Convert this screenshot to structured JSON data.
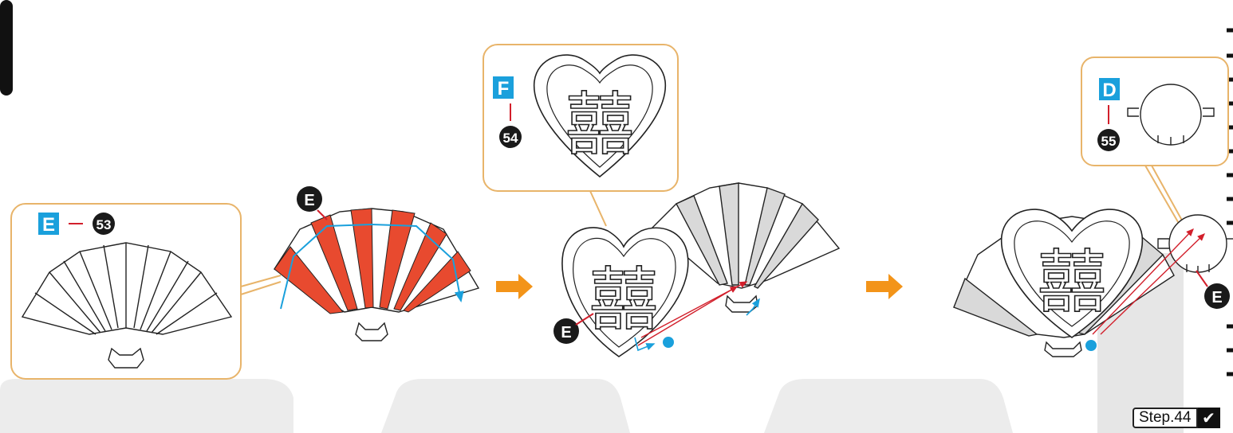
{
  "callouts": {
    "c1": {
      "letter": "E",
      "number": "53"
    },
    "c2": {
      "letter": "F",
      "number": "54"
    },
    "c3": {
      "letter": "D",
      "number": "55"
    }
  },
  "markers": {
    "fan_red": "E",
    "step2": "E",
    "step3": "E"
  },
  "heart_glyph": "囍",
  "step": {
    "label": "Step.44",
    "check": "✔"
  },
  "colors": {
    "red": "#e84a2f",
    "blue": "#1aa0dc",
    "orange": "#f39419",
    "callout_border": "#e8b46a",
    "gray_fill": "#d9d9d9",
    "dark_badge": "#1a1a1a"
  }
}
